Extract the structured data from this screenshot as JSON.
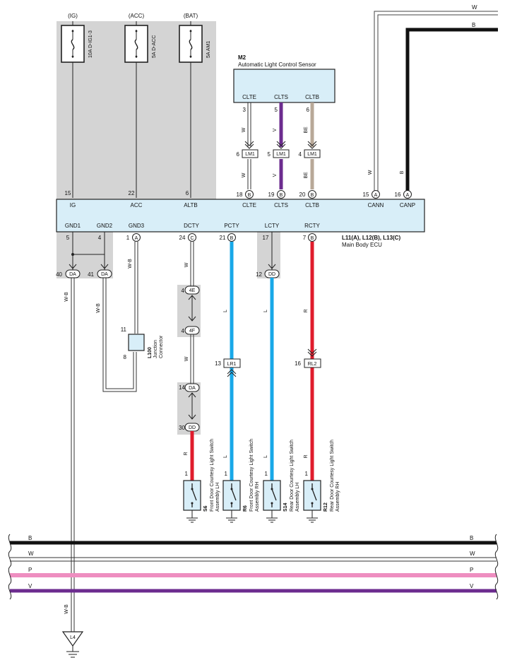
{
  "colors": {
    "black": "#111111",
    "white_wire": "#ffffff",
    "purple": "#6c2c8f",
    "beige": "#b8a898",
    "blue": "#18a8e8",
    "red": "#e01c2c",
    "pink": "#ee8ec0",
    "violet": "#6c2c8f",
    "grey_area": "#d4d4d4",
    "ecu_fill": "#d8eef8",
    "sensor_fill": "#d8eef8"
  },
  "fuses": [
    {
      "supply": "(IG)",
      "rating": "10A D-IG1-3"
    },
    {
      "supply": "(ACC)",
      "rating": "5A D-ACC"
    },
    {
      "supply": "(BAT)",
      "rating": "5A AM1"
    }
  ],
  "sensor": {
    "code": "M2",
    "name": "Automatic Light Control Sensor",
    "pins": [
      {
        "label": "CLTE",
        "num": "3",
        "wire": "W"
      },
      {
        "label": "CLTS",
        "num": "5",
        "wire": "V"
      },
      {
        "label": "CLTB",
        "num": "6",
        "wire": "BE"
      }
    ]
  },
  "junction_lm1": {
    "label": "LM1",
    "nums": [
      "6",
      "5",
      "4"
    ],
    "wires_below": [
      "W",
      "V",
      "BE"
    ]
  },
  "ecu": {
    "codes": "L11(A), L12(B), L13(C)",
    "name": "Main Body ECU",
    "top_pins": [
      {
        "label": "IG",
        "num": "15",
        "conn": ""
      },
      {
        "label": "ACC",
        "num": "22",
        "conn": ""
      },
      {
        "label": "ALTB",
        "num": "6",
        "conn": ""
      },
      {
        "label": "CLTE",
        "num": "18",
        "conn": "B"
      },
      {
        "label": "CLTS",
        "num": "19",
        "conn": "B"
      },
      {
        "label": "CLTB",
        "num": "20",
        "conn": "B"
      },
      {
        "label": "CANN",
        "num": "15",
        "conn": "A"
      },
      {
        "label": "CANP",
        "num": "16",
        "conn": "A"
      }
    ],
    "bottom_pins": [
      {
        "label": "GND1",
        "num": "5",
        "conn": ""
      },
      {
        "label": "GND2",
        "num": "4",
        "conn": ""
      },
      {
        "label": "GND3",
        "num": "1",
        "conn": "A"
      },
      {
        "label": "DCTY",
        "num": "24",
        "conn": "C"
      },
      {
        "label": "PCTY",
        "num": "21",
        "conn": "B"
      },
      {
        "label": "LCTY",
        "num": "17",
        "conn": ""
      },
      {
        "label": "RCTY",
        "num": "7",
        "conn": "B"
      }
    ]
  },
  "can_wires": [
    "W",
    "B"
  ],
  "splices": {
    "gnd1": {
      "num": "40",
      "conn": "DA"
    },
    "gnd2": {
      "num": "41",
      "conn": "DA"
    },
    "lcty": {
      "num": "12",
      "conn": "DD"
    },
    "dcty_4e": {
      "num": "4",
      "conn": "4E"
    },
    "dcty_4f": {
      "num": "4",
      "conn": "4F"
    },
    "dcty_14": {
      "num": "14",
      "conn": "DA"
    },
    "dcty_30": {
      "num": "30",
      "conn": "DD"
    }
  },
  "wire_labels": {
    "gnd1": "W-B",
    "gnd2": "W-B",
    "gnd3": "W-B",
    "dcty_upper": "W",
    "dcty_mid": "W",
    "dcty_lower": "R",
    "pcty": "L",
    "lcty": "L",
    "rcty": "R"
  },
  "junction_connector": {
    "code": "L100",
    "line1": "Junction",
    "line2": "Connector",
    "pin_top": "11",
    "pin_bottom": "8"
  },
  "lr1": {
    "label": "LR1",
    "num": "13"
  },
  "rl2": {
    "label": "RL2",
    "num": "16"
  },
  "switches": [
    {
      "code": "S6",
      "line1": "Front Door Courtesy Light Switch",
      "line2": "Assembly LH",
      "pin": "1",
      "wire": "R"
    },
    {
      "code": "R6",
      "line1": "Front Door Courtesy Light Switch",
      "line2": "Assembly RH",
      "pin": "1",
      "wire": "L"
    },
    {
      "code": "S14",
      "line1": "Rear Door Courtesy Light Switch",
      "line2": "Assembly LH",
      "pin": "1",
      "wire": "L"
    },
    {
      "code": "R12",
      "line1": "Rear Door Courtesy Light Switch",
      "line2": "Assembly RH",
      "pin": "1",
      "wire": "R"
    }
  ],
  "buses": [
    "B",
    "W",
    "P",
    "V"
  ],
  "ground_point": "L4"
}
